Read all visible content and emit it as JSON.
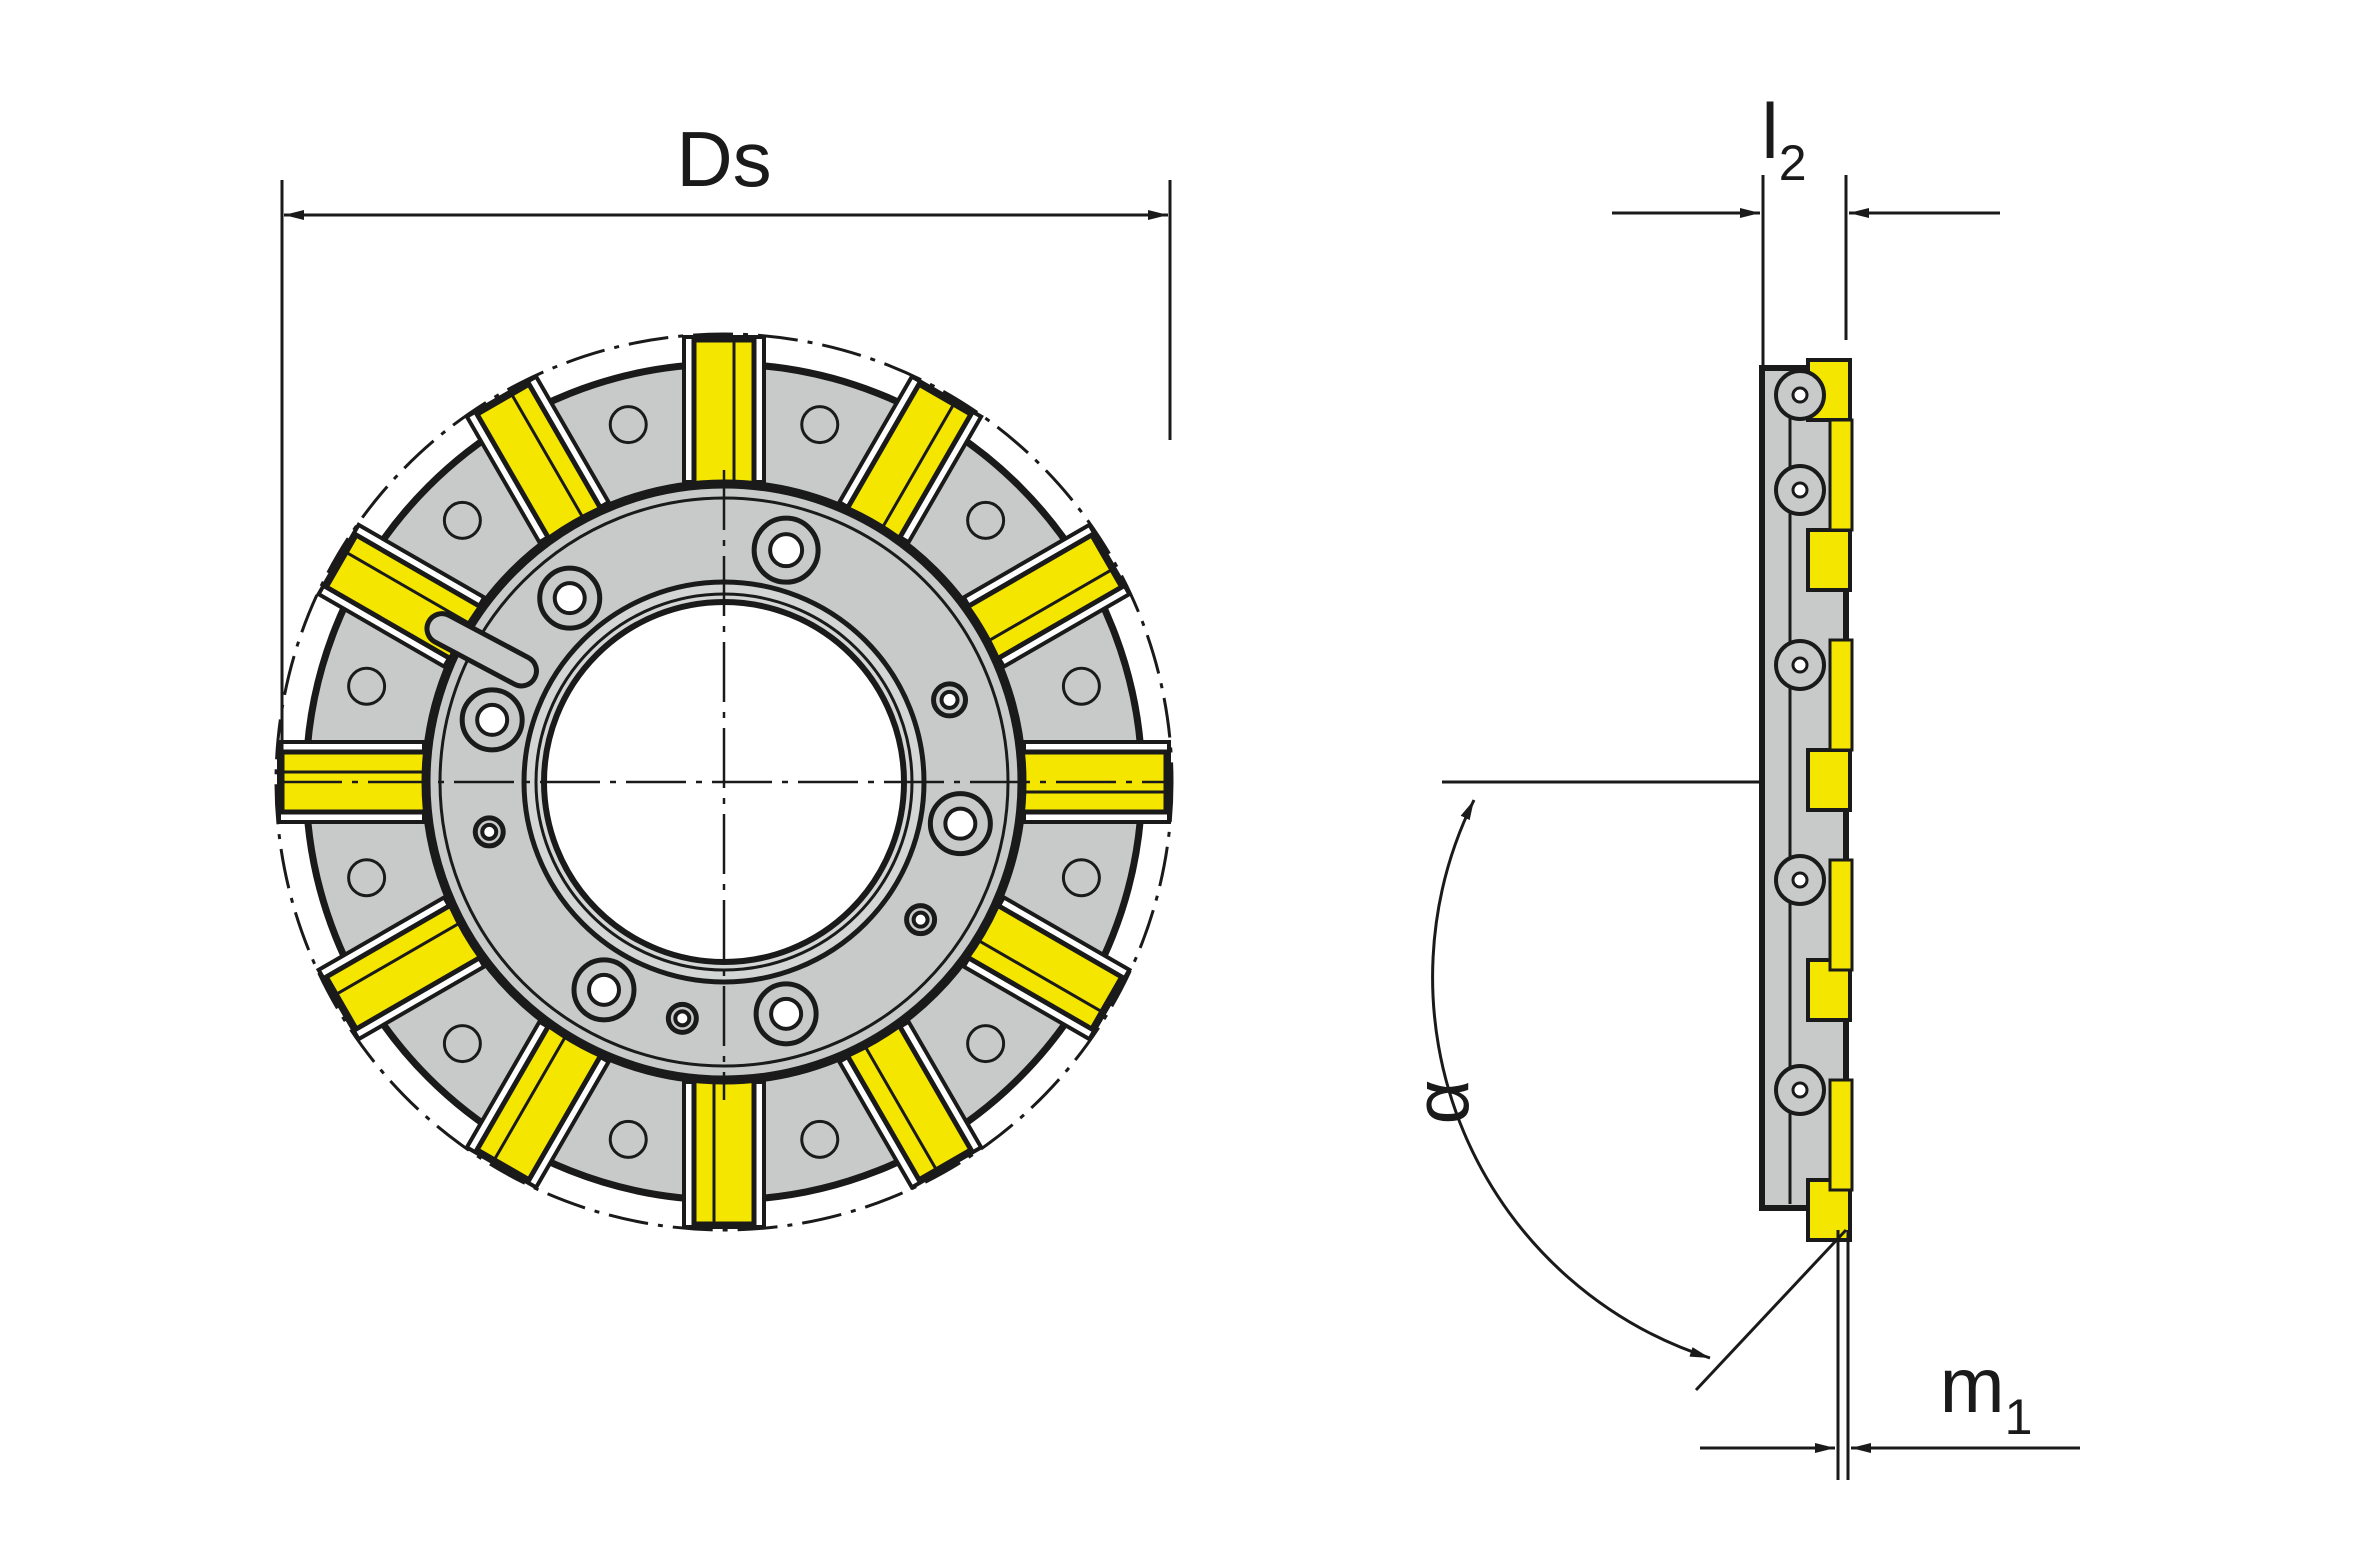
{
  "labels": {
    "diameter": "Ds",
    "width_main": "l",
    "width_sub": "2",
    "angle": "α",
    "offset_main": "m",
    "offset_sub": "1"
  },
  "colors": {
    "insert": "#f5e600",
    "body": "#c8cac9",
    "line": "#1a1a1a",
    "background": "#ffffff"
  },
  "counts": {
    "inserts": 12
  }
}
